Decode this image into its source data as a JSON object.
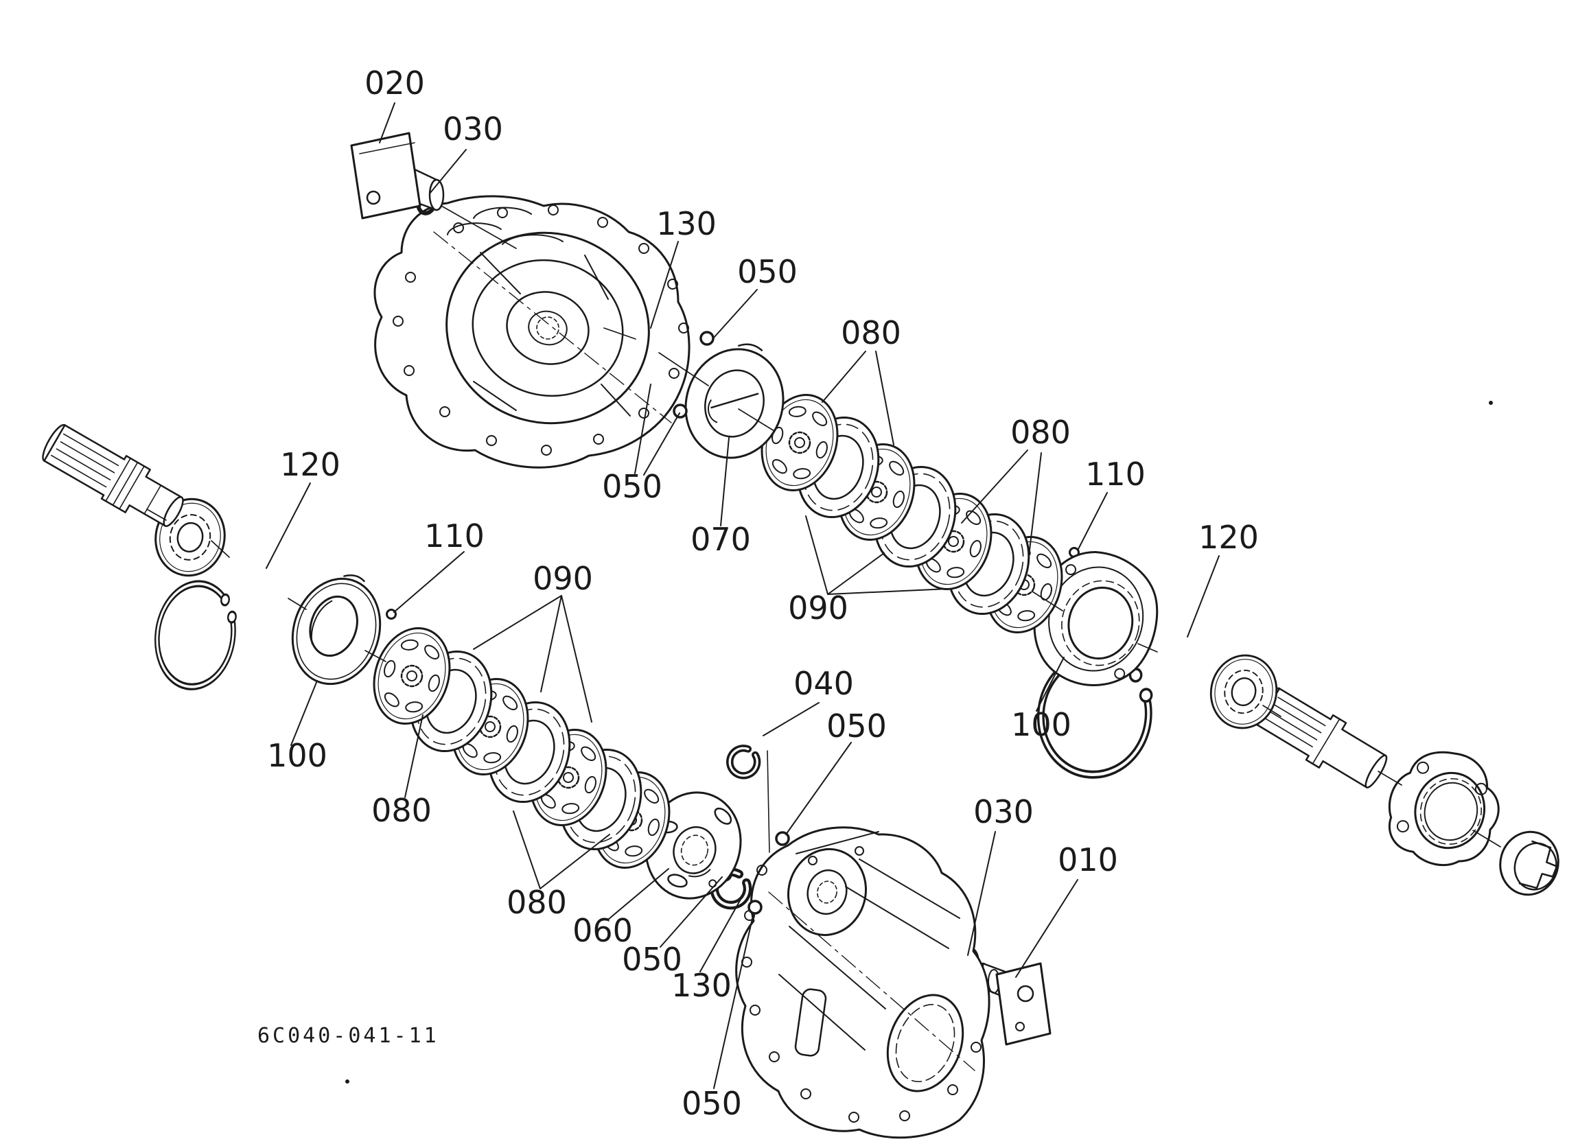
{
  "diagram": {
    "drawing_code": "6C040-041-11",
    "colors": {
      "background": "#ffffff",
      "line": "#1a1a1a"
    },
    "callouts": [
      {
        "id": "020",
        "label": "020"
      },
      {
        "id": "030-top",
        "label": "030"
      },
      {
        "id": "130-top",
        "label": "130"
      },
      {
        "id": "050-top",
        "label": "050"
      },
      {
        "id": "080-top",
        "label": "080"
      },
      {
        "id": "080-right",
        "label": "080"
      },
      {
        "id": "110-right",
        "label": "110"
      },
      {
        "id": "120-right",
        "label": "120"
      },
      {
        "id": "120-left",
        "label": "120"
      },
      {
        "id": "110-left",
        "label": "110"
      },
      {
        "id": "090-left",
        "label": "090"
      },
      {
        "id": "050-upper-mid",
        "label": "050"
      },
      {
        "id": "070",
        "label": "070"
      },
      {
        "id": "090-mid",
        "label": "090"
      },
      {
        "id": "040",
        "label": "040"
      },
      {
        "id": "050-mid",
        "label": "050"
      },
      {
        "id": "100-left",
        "label": "100"
      },
      {
        "id": "100-right",
        "label": "100"
      },
      {
        "id": "080-left-1",
        "label": "080"
      },
      {
        "id": "080-left-2",
        "label": "080"
      },
      {
        "id": "060",
        "label": "060"
      },
      {
        "id": "050-bottom",
        "label": "050"
      },
      {
        "id": "130-bottom",
        "label": "130"
      },
      {
        "id": "030-bottom",
        "label": "030"
      },
      {
        "id": "010",
        "label": "010"
      },
      {
        "id": "050-lowest",
        "label": "050"
      }
    ]
  }
}
